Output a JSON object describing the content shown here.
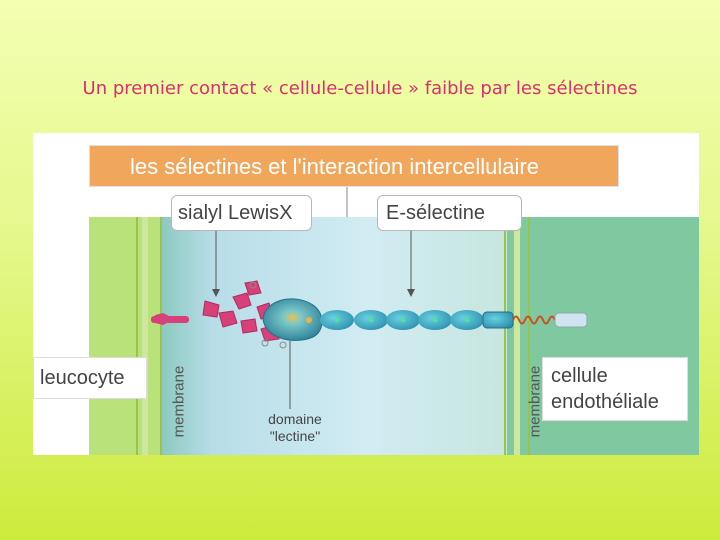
{
  "slide": {
    "title": "Un premier contact « cellule-cellule » faible par les sélectines"
  },
  "figure": {
    "header": "les sélectines et l'interaction intercellulaire",
    "labels": {
      "sialyl_lewis_x": "sialyl LewisX",
      "e_selectine": "E-sélectine",
      "leucocyte": "leucocyte",
      "cellule_endotheliale_line1": "cellule",
      "cellule_endotheliale_line2": "endothéliale",
      "membrane_left": "membrane",
      "membrane_right": "membrane",
      "domaine_line1": "domaine",
      "domaine_line2": "\"lectine\""
    }
  },
  "colors": {
    "background_top": "#f4ffb2",
    "background_bottom": "#cdeb3c",
    "title_text": "#d8306e",
    "header_bar": "#f0a75c",
    "leucocyte_zone": "#b9e27a",
    "endothelial_zone": "#80c8a0",
    "intercellular_space": "#b8dde8",
    "molecule": "#3aa8c0",
    "sugar": "#d8407a"
  }
}
